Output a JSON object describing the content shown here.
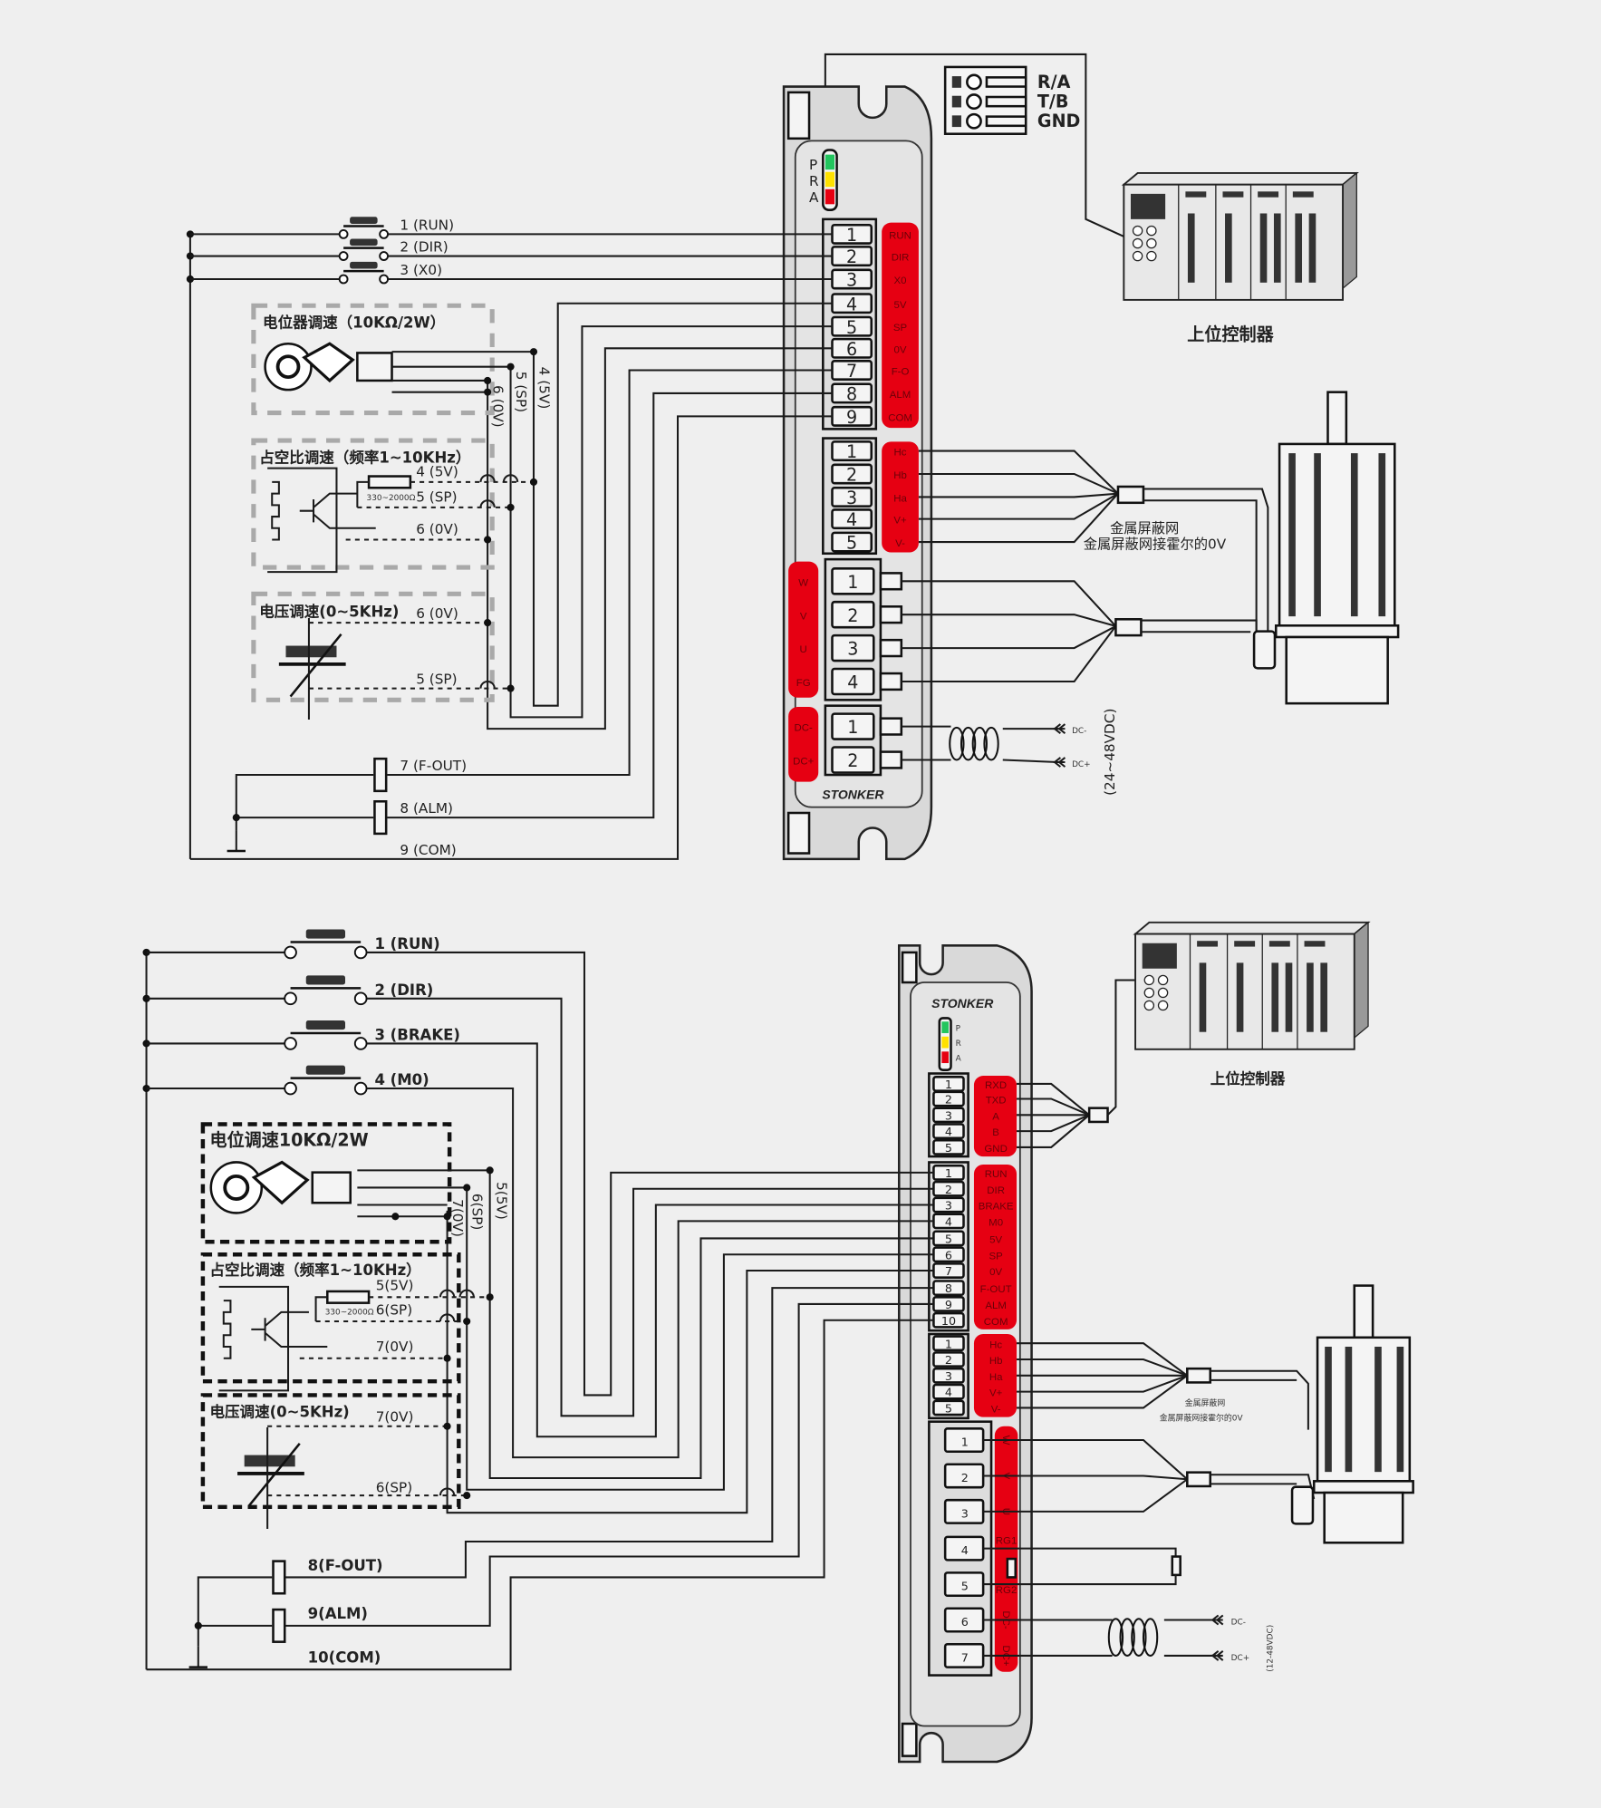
{
  "upper": {
    "io_switches": [
      "1 (RUN)",
      "2 (DIR)",
      "3 (X0)"
    ],
    "pot_box": {
      "title": "电位器调速（10KΩ/2W）",
      "wires": [
        "4 (5V)",
        "5 (SP)",
        "6 (0V)"
      ]
    },
    "pwm_box": {
      "title": "占空比调速（频率1~10KHz）",
      "resistor": "330~2000Ω",
      "wires": [
        "4 (5V)",
        "5 (SP)",
        "6 (0V)"
      ]
    },
    "voltage_box": {
      "title": "电压调速(0~5KHz)",
      "wires": [
        "6 (0V)",
        "5 (SP)"
      ]
    },
    "outputs": [
      "7 (F-OUT)",
      "8 (ALM)",
      "9 (COM)"
    ],
    "driver": {
      "leds": [
        "P",
        "R",
        "A"
      ],
      "control_numbers": [
        "1",
        "2",
        "3",
        "4",
        "5",
        "6",
        "7",
        "8",
        "9"
      ],
      "control_labels": [
        "RUN",
        "DIR",
        "X0",
        "5V",
        "SP",
        "0V",
        "F-O",
        "ALM",
        "COM"
      ],
      "hall_numbers": [
        "1",
        "2",
        "3",
        "4",
        "5"
      ],
      "hall_labels": [
        "Hc",
        "Hb",
        "Ha",
        "V+",
        "V-"
      ],
      "motor_numbers": [
        "1",
        "2",
        "3",
        "4"
      ],
      "motor_labels": [
        "W",
        "V",
        "U",
        "FG"
      ],
      "power_numbers": [
        "1",
        "2"
      ],
      "power_labels": [
        "DC-",
        "DC+"
      ],
      "brand": "STONKER"
    },
    "comm": [
      "R/A",
      "T/B",
      "GND"
    ],
    "controller_label": "上位控制器",
    "shield_label": "金属屏蔽网",
    "shield_note": "金属屏蔽网接霍尔的0V",
    "power_supply": {
      "dc_minus": "DC-",
      "dc_plus": "DC+",
      "voltage": "(24~48VDC)"
    }
  },
  "lower": {
    "io_switches": [
      "1 (RUN)",
      "2 (DIR)",
      "3 (BRAKE)",
      "4 (M0)"
    ],
    "pot_box": {
      "title": "电位调速10KΩ/2W",
      "wires": [
        "5(5V)",
        "6(SP)",
        "7(0V)"
      ]
    },
    "pwm_box": {
      "title": "占空比调速（频率1~10KHz）",
      "resistor": "330~2000Ω",
      "wires": [
        "5(5V)",
        "6(SP)",
        "7(0V)"
      ]
    },
    "voltage_box": {
      "title": "电压调速(0~5KHz)",
      "wires": [
        "7(0V)",
        "6(SP)"
      ]
    },
    "outputs": [
      "8(F-OUT)",
      "9(ALM)",
      "10(COM)"
    ],
    "driver": {
      "brand": "STONKER",
      "leds": [
        "P",
        "R",
        "A"
      ],
      "comm_numbers": [
        "1",
        "2",
        "3",
        "4",
        "5"
      ],
      "comm_labels": [
        "RXD",
        "TXD",
        "A",
        "B",
        "GND"
      ],
      "control_numbers": [
        "1",
        "2",
        "3",
        "4",
        "5",
        "6",
        "7",
        "8",
        "9",
        "10"
      ],
      "control_labels": [
        "RUN",
        "DIR",
        "BRAKE",
        "M0",
        "5V",
        "SP",
        "0V",
        "F-OUT",
        "ALM",
        "COM"
      ],
      "hall_numbers": [
        "1",
        "2",
        "3",
        "4",
        "5"
      ],
      "hall_labels": [
        "Hc",
        "Hb",
        "Ha",
        "V+",
        "V-"
      ],
      "power_numbers": [
        "1",
        "2",
        "3",
        "4",
        "5",
        "6",
        "7"
      ],
      "power_labels": [
        "W",
        "V",
        "U",
        "RG1",
        "RG2",
        "DC-",
        "DC+"
      ]
    },
    "controller_label": "上位控制器",
    "shield_label": "金属屏蔽网",
    "shield_note": "金属屏蔽网接霍尔的0V",
    "power_supply": {
      "dc_minus": "DC-",
      "dc_plus": "DC+",
      "voltage": "(12-48VDC)"
    }
  }
}
